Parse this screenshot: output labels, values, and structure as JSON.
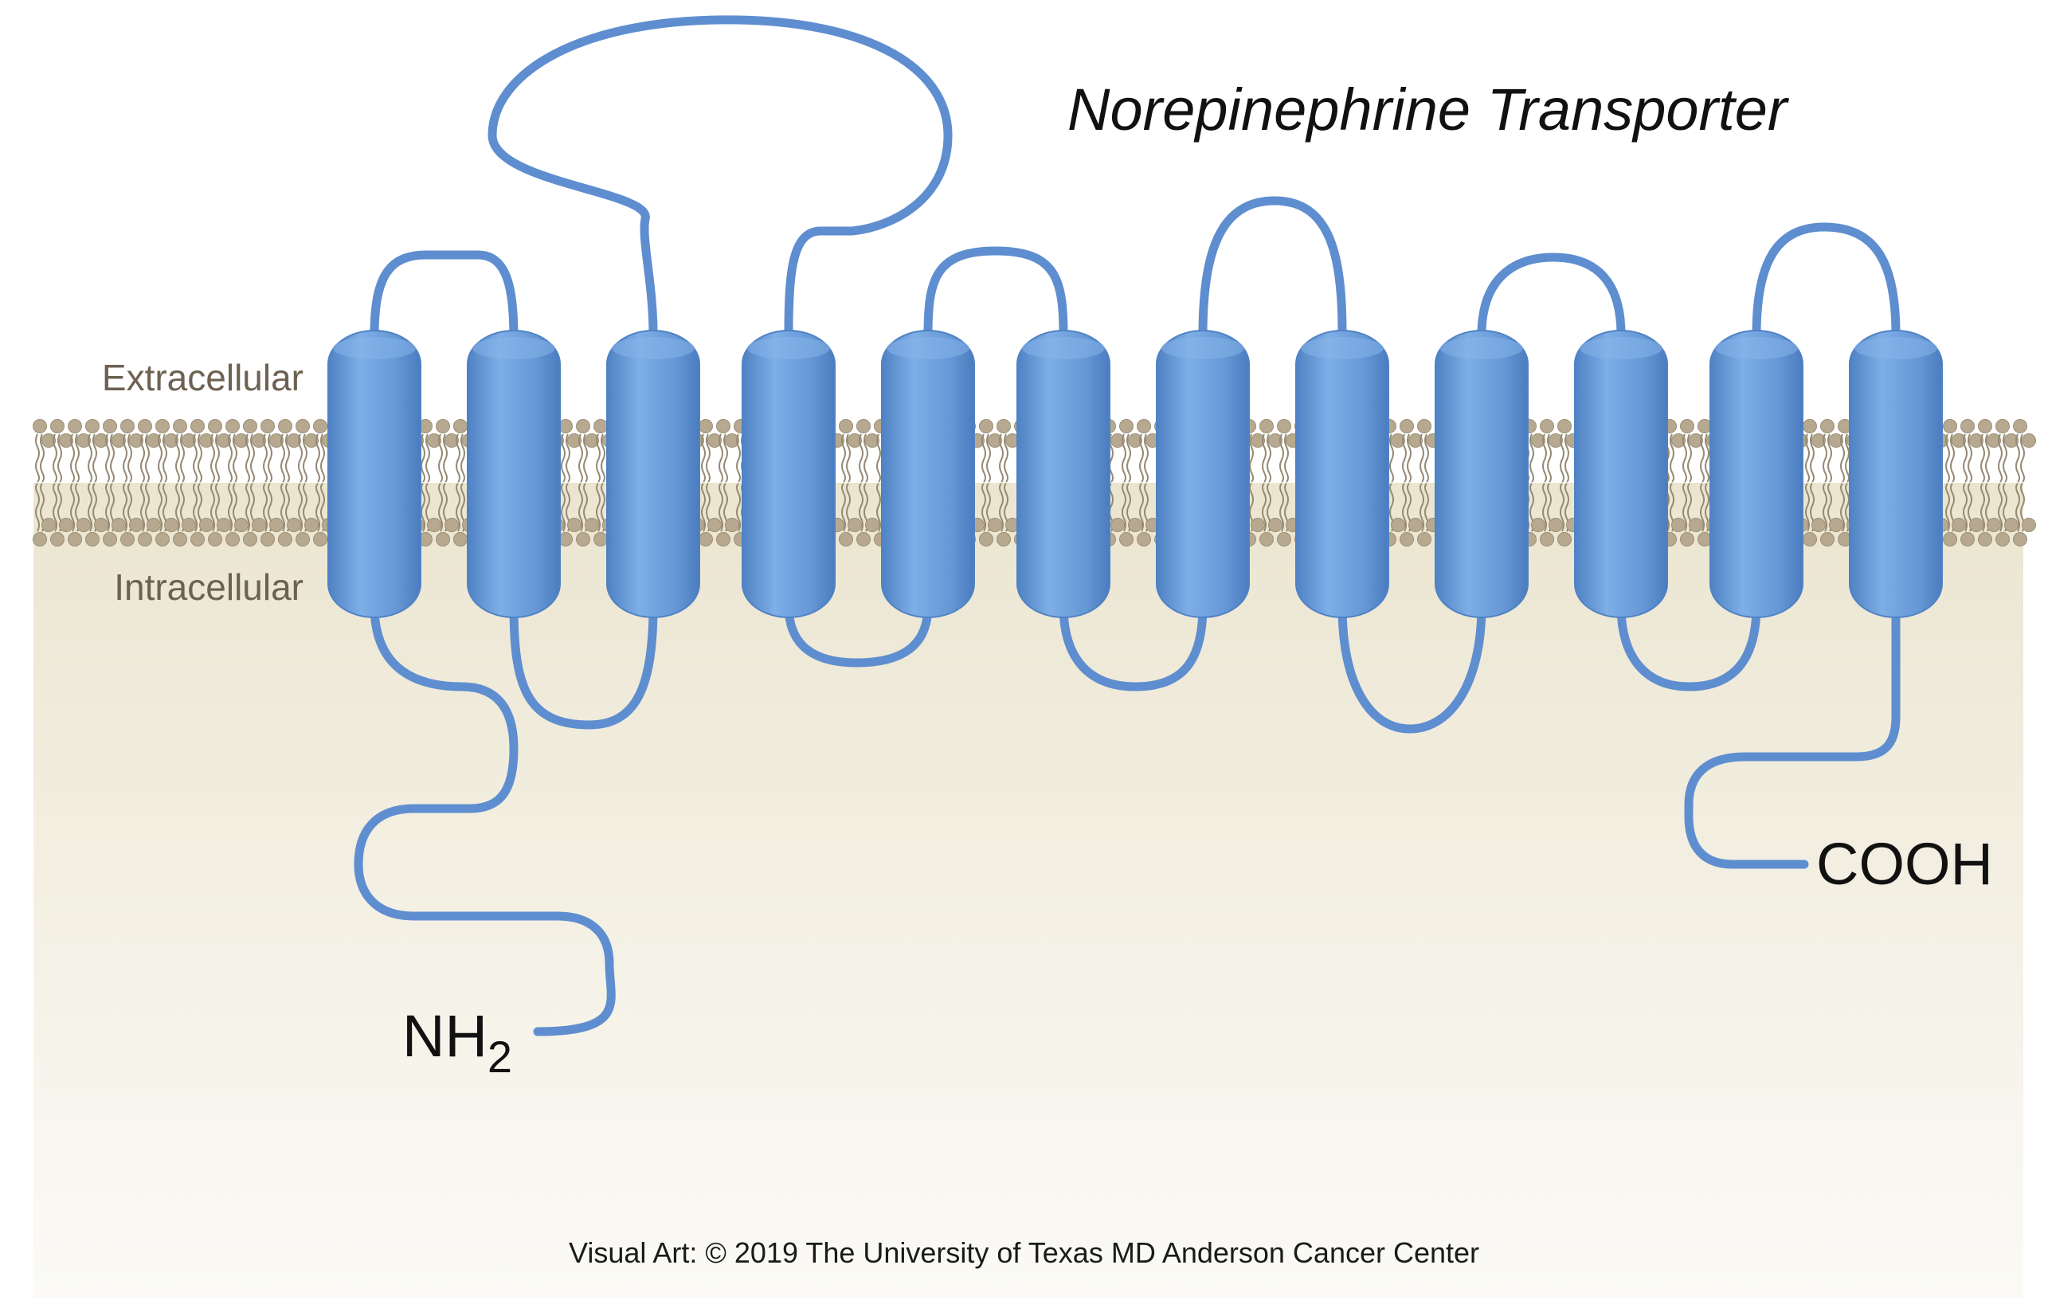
{
  "title": "Norepinephrine Transporter",
  "regions": {
    "extracellular": "Extracellular",
    "intracellular": "Intracellular"
  },
  "termini": {
    "n_terminus": "NH",
    "n_terminus_subscript": "2",
    "c_terminus": "COOH"
  },
  "credit": "Visual Art: © 2019 The University of Texas MD Anderson Cancer Center",
  "colors": {
    "helix": "#6d9fdc",
    "helix_dark": "#4f82c4",
    "chain": "#5e8ed0",
    "membrane": "#b6a98f",
    "cytoplasm_top": "#ece7d3",
    "cytoplasm_bottom": "#faf9f4"
  },
  "helix_count": 12
}
